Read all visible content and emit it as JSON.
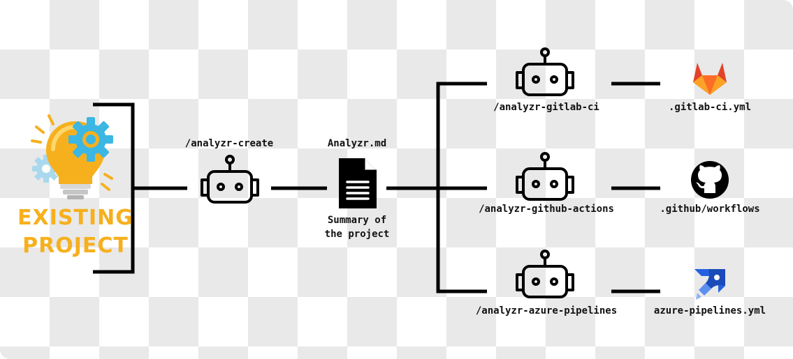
{
  "project": {
    "line1": "EXISTING",
    "line2": "PROJECT"
  },
  "create_command": "/analyzr-create",
  "doc": {
    "title": "Analyzr.md",
    "caption_line1": "Summary of",
    "caption_line2": "the project"
  },
  "branches": [
    {
      "command": "/analyzr-gitlab-ci",
      "output": ".gitlab-ci.yml",
      "icon": "gitlab-icon"
    },
    {
      "command": "/analyzr-github-actions",
      "output": ".github/workflows",
      "icon": "github-icon"
    },
    {
      "command": "/analyzr-azure-pipelines",
      "output": "azure-pipelines.yml",
      "icon": "azure-pipelines-icon"
    }
  ],
  "colors": {
    "accent": "#F6B01E",
    "gear": "#3CB6E3",
    "gitlab": "#E2432A",
    "azure": "#2560E0",
    "line": "#000000"
  }
}
